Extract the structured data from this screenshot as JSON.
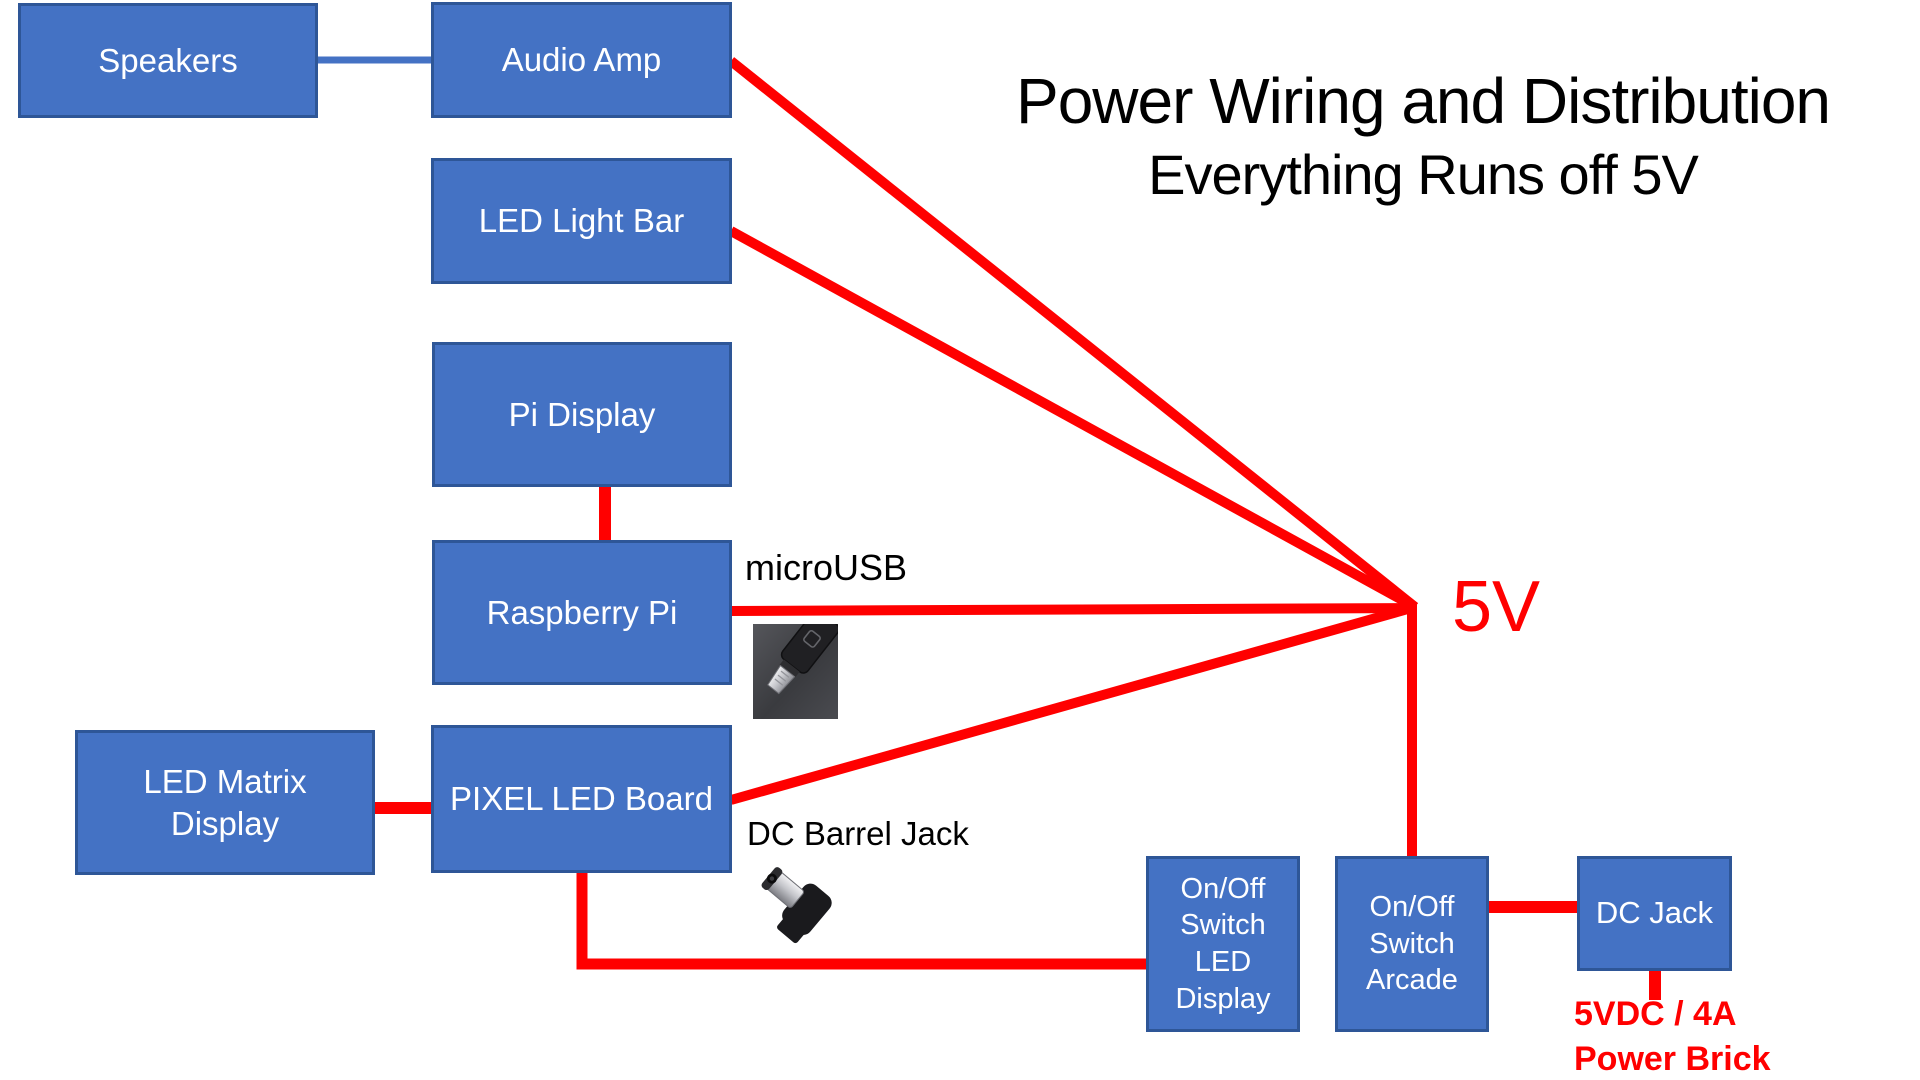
{
  "slide": {
    "title": "Power Wiring and Distribution",
    "subtitle": "Everything Runs off 5V"
  },
  "colors": {
    "box_fill": "#4472C4",
    "box_border": "#2E5697",
    "wire_power": "#FF0000",
    "wire_audio": "#4472C4",
    "annotation_red": "#FF0000",
    "text_on_box": "#FFFFFF",
    "text_black": "#000000"
  },
  "boxes": {
    "speakers": {
      "label": "Speakers"
    },
    "audio_amp": {
      "label": "Audio Amp"
    },
    "led_light_bar": {
      "label": "LED Light Bar"
    },
    "pi_display": {
      "label": "Pi Display"
    },
    "raspberry_pi": {
      "label": "Raspberry Pi"
    },
    "pixel_led_board": {
      "label": "PIXEL LED Board"
    },
    "led_matrix_display": {
      "label": "LED Matrix\nDisplay"
    },
    "onoff_switch_led_display": {
      "label": "On/Off\nSwitch\nLED\nDisplay"
    },
    "onoff_switch_arcade": {
      "label": "On/Off\nSwitch\nArcade"
    },
    "dc_jack": {
      "label": "DC Jack"
    }
  },
  "annotations": {
    "five_v_node": "5V",
    "micro_usb": "microUSB",
    "dc_barrel_jack": "DC Barrel Jack",
    "power_brick": "5VDC / 4A\nPower Brick"
  },
  "edges": [
    {
      "from": "speakers",
      "to": "audio_amp",
      "type": "audio"
    },
    {
      "from": "audio_amp",
      "to": "5V node",
      "type": "power"
    },
    {
      "from": "led_light_bar",
      "to": "5V node",
      "type": "power"
    },
    {
      "from": "raspberry_pi",
      "to": "5V node",
      "type": "power",
      "connector": "microUSB"
    },
    {
      "from": "pixel_led_board",
      "to": "5V node",
      "type": "power"
    },
    {
      "from": "5V node",
      "to": "onoff_switch_arcade",
      "type": "power"
    },
    {
      "from": "pi_display",
      "to": "raspberry_pi",
      "type": "power"
    },
    {
      "from": "led_matrix_display",
      "to": "pixel_led_board",
      "type": "power"
    },
    {
      "from": "pixel_led_board",
      "to": "onoff_switch_led_display",
      "type": "power",
      "connector": "DC Barrel Jack"
    },
    {
      "from": "onoff_switch_arcade",
      "to": "dc_jack",
      "type": "power"
    },
    {
      "from": "dc_jack",
      "to": "power brick",
      "type": "power",
      "source": "5VDC / 4A Power Brick"
    }
  ]
}
